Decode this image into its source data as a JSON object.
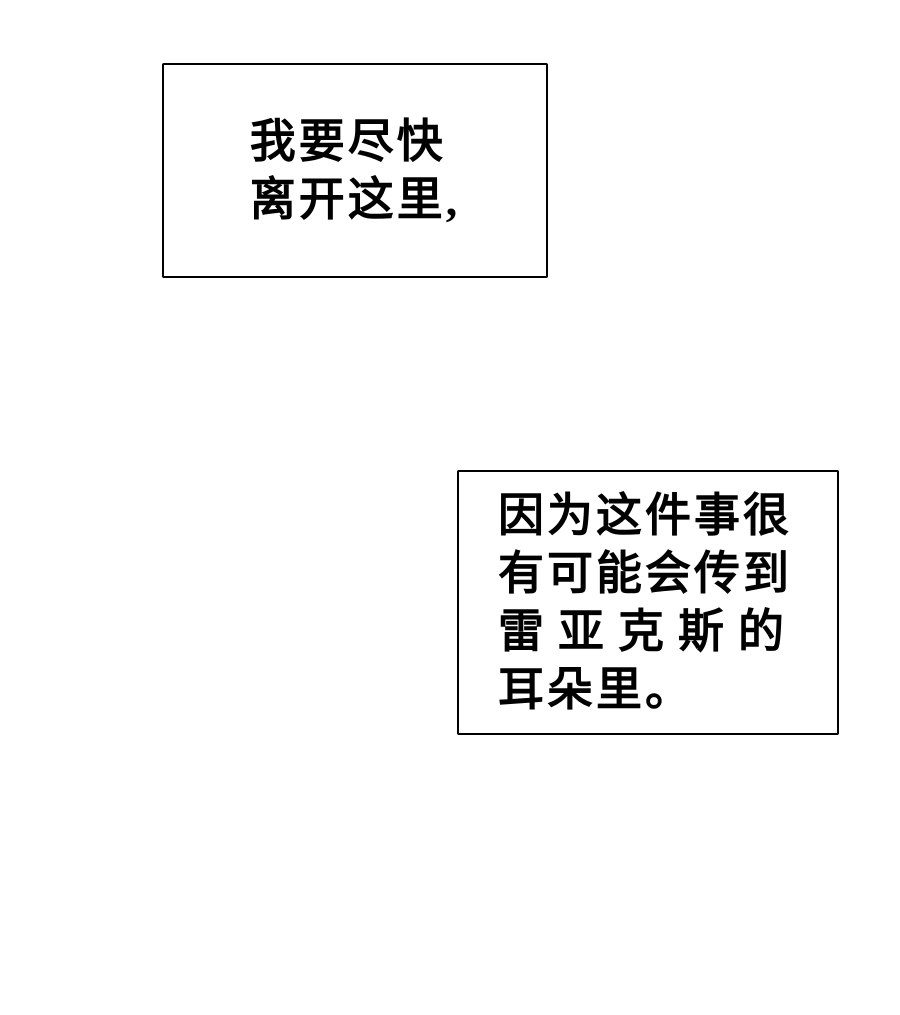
{
  "colors": {
    "background": "#ffffff",
    "box_background": "#ffffff",
    "box_border": "#000000",
    "text": "#000000"
  },
  "boxes": [
    {
      "lines": [
        "我要尽快",
        "离开这里,"
      ]
    },
    {
      "lines": [
        "因为这件事很",
        "有可能会传到",
        "雷亚克斯的",
        "耳朵里。"
      ]
    }
  ]
}
